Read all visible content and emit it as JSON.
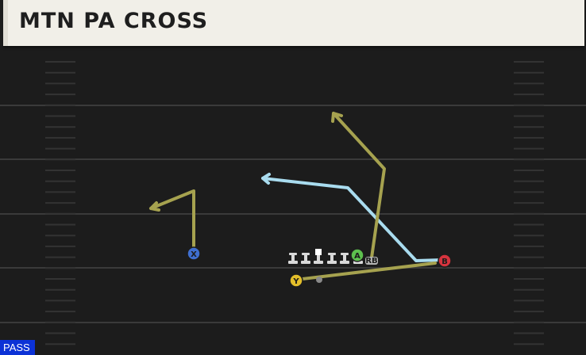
{
  "play": {
    "title": "MTN PA CROSS",
    "type_badge": "PASS"
  },
  "colors": {
    "field": "#1c1c1c",
    "yard_line": "#3a3a3a",
    "route_primary": "#a6a24f",
    "route_light": "#a9dcef",
    "route_grey": "#8a8a8a",
    "receiver_x": "#3f6fd0",
    "receiver_a": "#5dc04e",
    "receiver_b": "#d6343e",
    "receiver_y": "#e3be2a",
    "lineman": "#d9d9d9",
    "badge": "#0c32d6"
  },
  "players": {
    "x": {
      "label": "X",
      "color": "#3f6fd0",
      "route": "curl-out",
      "route_color": "#a6a24f"
    },
    "a": {
      "label": "A",
      "color": "#5dc04e",
      "route": "post",
      "route_color": "#a6a24f"
    },
    "b": {
      "label": "B",
      "color": "#d6343e",
      "route": "deep-cross",
      "route_color": "#a9dcef"
    },
    "y": {
      "label": "Y",
      "color": "#e3be2a",
      "route": "flat",
      "route_color": "#a6a24f"
    },
    "rb": {
      "label": "RB"
    },
    "qb": {
      "label": ""
    }
  },
  "linemen": {
    "count": 5,
    "icon": "lineman-icon"
  },
  "qb_icon": "quarterback-icon"
}
